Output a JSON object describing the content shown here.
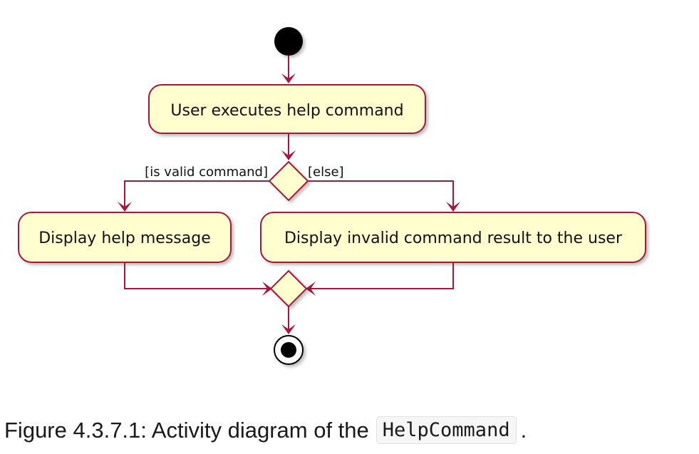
{
  "diagram": {
    "actions": {
      "execute": "User executes help command",
      "display_help": "Display help message",
      "display_invalid": "Display invalid command result to the user"
    },
    "guards": {
      "valid": "[is valid command]",
      "else": "[else]"
    }
  },
  "caption": {
    "prefix": "Figure 4.3.7.1: Activity diagram of the",
    "code": "HelpCommand",
    "suffix": "."
  },
  "colors": {
    "line": "#a8163c",
    "node_fill": "#fefece",
    "node_stroke": "#a8163c"
  }
}
